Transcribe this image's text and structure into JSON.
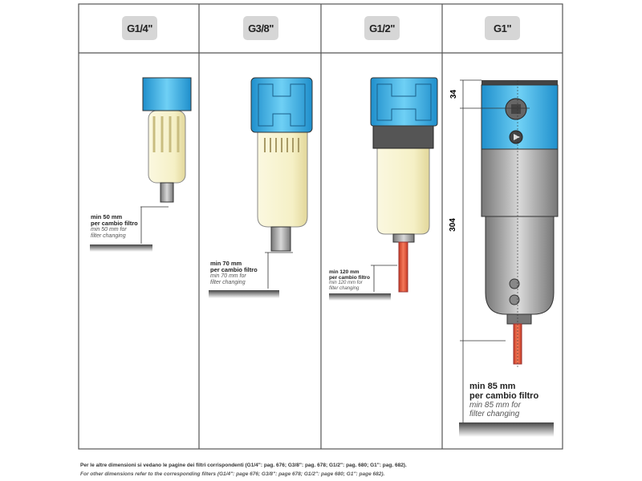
{
  "headers": [
    "G1/4\"",
    "G3/8\"",
    "G1/2\"",
    "G1\""
  ],
  "notes": [
    {
      "min": "min 50 mm",
      "it": "per cambio filtro",
      "en1": "min 50 mm for",
      "en2": "filter changing"
    },
    {
      "min": "min 70 mm",
      "it": "per cambio filtro",
      "en1": "min 70 mm for",
      "en2": "filter changing"
    },
    {
      "min": "min 120 mm",
      "it": "per cambio filtro",
      "en1": "min 120 mm for",
      "en2": "filter changing"
    },
    {
      "min": "min 85 mm",
      "it": "per cambio filtro",
      "en1": "min 85 mm for",
      "en2": "filter changing"
    }
  ],
  "dimensions": {
    "top": "34",
    "height": "304"
  },
  "footer": {
    "it": "Per le altre dimensioni si vedano le pagine dei filtri corrispondenti (G1/4\": pag. 676; G3/8\": pag. 678; G1/2\": pag. 680; G1\": pag. 682).",
    "en": "For other dimensions refer to the corresponding filters (G1/4\": page 676; G3/8\": page 678; G1/2\": page 680; G1\": page 682)."
  },
  "colors": {
    "blue": "#2fa7e0",
    "bowl": "#f3efc4",
    "pipe": "#e8553a"
  }
}
